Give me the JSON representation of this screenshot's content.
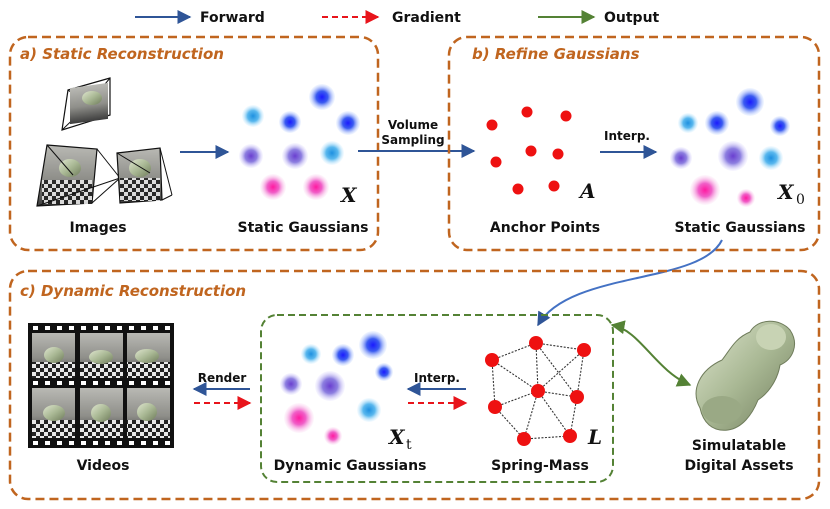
{
  "legend": {
    "forward": "Forward",
    "gradient": "Gradient",
    "output": "Output"
  },
  "colors": {
    "forward": "#2f5597",
    "gradient": "#e8141b",
    "output": "#548235",
    "panel_border": "#c0651f",
    "dynamic_box": "#548235",
    "anchor": "#ee1111",
    "title": "#c0651f"
  },
  "panels": {
    "static_reconstruction": {
      "title": "a) Static Reconstruction",
      "images_label": "Images",
      "gaussians_label": "Static Gaussians",
      "symbol": "X"
    },
    "refine_gaussians": {
      "title": "b) Refine Gaussians",
      "anchor_label": "Anchor Points",
      "anchor_symbol": "A",
      "gaussians_label": "Static Gaussians",
      "symbol": "X",
      "symbol_sub": "0",
      "interp_label": "Interp."
    },
    "dynamic_reconstruction": {
      "title": "c) Dynamic Reconstruction",
      "videos_label": "Videos",
      "gaussians_label": "Dynamic Gaussians",
      "symbol": "X",
      "symbol_sub": "t",
      "spring_label": "Spring-Mass",
      "spring_symbol": "L",
      "render_label": "Render",
      "interp_label": "Interp.",
      "asset_label_line1": "Simulatable",
      "asset_label_line2": "Digital Assets"
    }
  },
  "volume_sampling": {
    "line1": "Volume",
    "line2": "Sampling"
  },
  "icons": {
    "camera": "camera-frustum-icon",
    "film": "film-strip-icon",
    "chess_piece": "chess-pawn-icon",
    "spring": "spring-icon"
  }
}
